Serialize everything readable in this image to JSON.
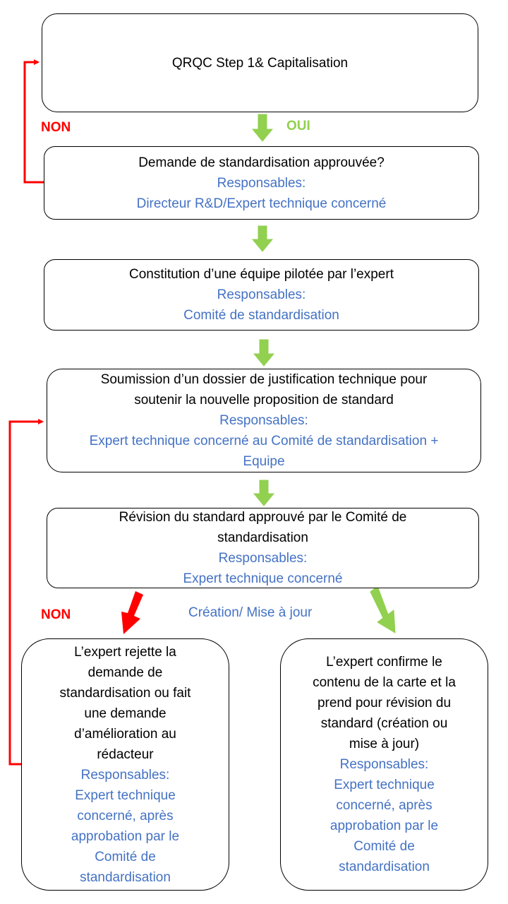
{
  "colors": {
    "green": "#92d050",
    "red": "#ff0000",
    "blue": "#4472c4",
    "border": "#000000"
  },
  "box1": {
    "title": "QRQC Step 1& Capitalisation"
  },
  "box2": {
    "title": "Demande de standardisation approuvée?",
    "resp_label": "Responsables:",
    "resp": "Directeur R&D/Expert technique concerné"
  },
  "box3": {
    "title": "Constitution d’une équipe pilotée par l’expert",
    "resp_label": "Responsables:",
    "resp": "Comité de standardisation"
  },
  "box4": {
    "title1": "Soumission d’un dossier de justification technique pour",
    "title2": "soutenir la nouvelle proposition de standard",
    "resp_label": "Responsables:",
    "resp1": "Expert technique concerné au Comité de standardisation +",
    "resp2": "Equipe"
  },
  "box5": {
    "title1": "Révision du standard approuvé par le Comité de",
    "title2": "standardisation",
    "resp_label": "Responsables:",
    "resp": "Expert technique concerné"
  },
  "box6": {
    "lines": [
      "L’expert rejette la",
      "demande de",
      "standardisation ou fait",
      "une demande",
      "d’amélioration au",
      "rédacteur"
    ],
    "resp_label": "Responsables:",
    "resp": [
      "Expert technique",
      "concerné, après",
      "approbation par le",
      "Comité de",
      "standardisation"
    ]
  },
  "box7": {
    "lines": [
      "L’expert confirme le",
      "contenu de la carte et la",
      "prend pour révision du",
      "standard (création ou",
      "mise à jour)"
    ],
    "resp_label": "Responsables:",
    "resp": [
      "Expert technique",
      "concerné, après",
      "approbation par le",
      "Comité de",
      "standardisation"
    ]
  },
  "labels": {
    "non1": "NON",
    "oui": "OUI",
    "non2": "NON",
    "creation": "Création/ Mise à jour"
  }
}
